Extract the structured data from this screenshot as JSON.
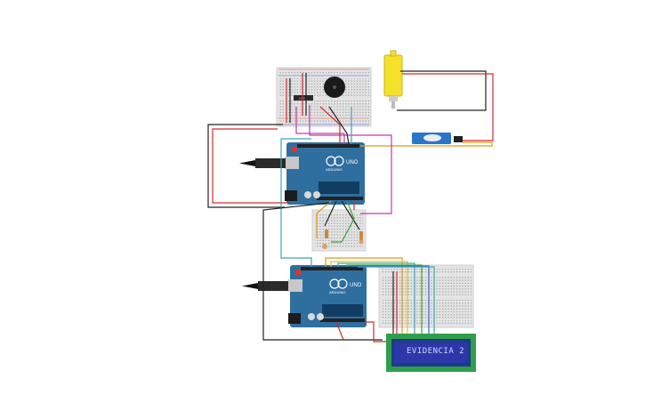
{
  "canvas": {
    "background": "#ffffff"
  },
  "colors": {
    "breadboard": "#e6e6e6",
    "board_blue": "#2f6f9f",
    "board_header": "#222222",
    "wire_red": "#d22a2a",
    "wire_black": "#222222",
    "wire_magenta": "#c43aa8",
    "wire_orange": "#e3961e",
    "wire_teal": "#3aa6b8",
    "wire_green": "#38a838",
    "wire_yellow": "#e2c820",
    "wire_blue": "#2d6bd6",
    "motor_yellow": "#f5e02a",
    "servo_blue": "#2a76c8",
    "lcd_bezel": "#2f9e4a",
    "lcd_screen": "#2b38a8"
  },
  "components": {
    "lcd": {
      "text": "EVIDENCIA 2"
    },
    "arduino_top": {
      "label": "ARDUINO",
      "model": "UNO"
    },
    "arduino_bottom": {
      "label": "ARDUINO",
      "model": "UNO"
    }
  },
  "icons": {
    "usb": "usb-cable-icon",
    "buzzer": "piezo-buzzer-icon",
    "motor": "dc-motor-icon",
    "servo": "servo-motor-icon"
  }
}
